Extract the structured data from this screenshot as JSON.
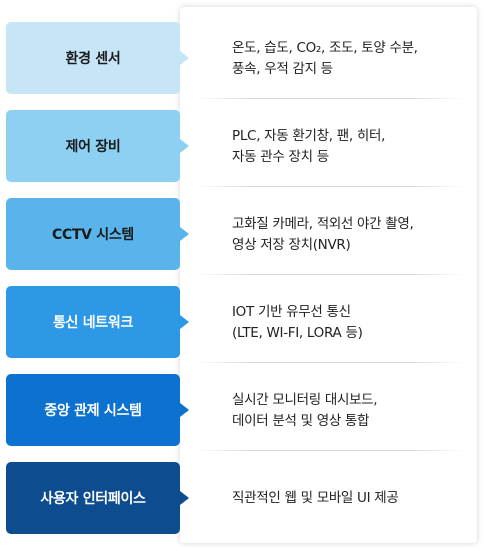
{
  "items": [
    {
      "label": "환경 센서",
      "line1": "온도, 습도, CO₂, 조도, 토양 수분,",
      "line2": "풍속, 우적 감지 등",
      "bg": "#c6e6f8",
      "fg": "#1a1a1a"
    },
    {
      "label": "제어 장비",
      "line1": "PLC, 자동 환기창, 팬, 히터,",
      "line2": "자동 관수 장치 등",
      "bg": "#8dd0f1",
      "fg": "#1a1a1a"
    },
    {
      "label": "CCTV 시스템",
      "line1": "고화질 카메라, 적외선 야간 촬영,",
      "line2": "영상 저장 장치(NVR)",
      "bg": "#59b4ec",
      "fg": "#1a1a1a"
    },
    {
      "label": "통신 네트워크",
      "line1": "IOT 기반 유무선 통신",
      "line2": "(LTE, WI-FI, LORA 등)",
      "bg": "#2c98e6",
      "fg": "#ffffff"
    },
    {
      "label": "중앙 관제 시스템",
      "line1": "실시간 모니터링 대시보드,",
      "line2": "데이터 분석 및 영상 통합",
      "bg": "#0d72cf",
      "fg": "#ffffff"
    },
    {
      "label": "사용자 인터페이스",
      "line1": "직관적인 웹 및 모바일 UI 제공",
      "line2": "",
      "bg": "#0d4c8f",
      "fg": "#ffffff"
    }
  ]
}
